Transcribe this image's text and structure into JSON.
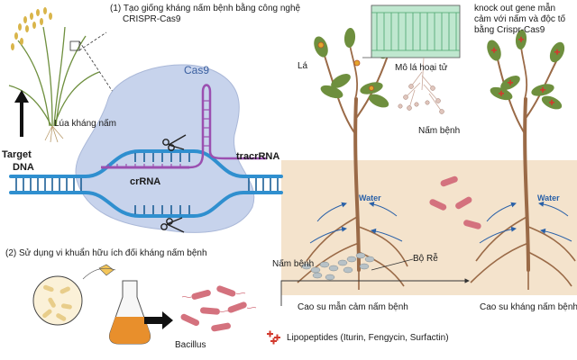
{
  "caption_crispr": "(1) Tạo giống kháng nấm bệnh bằng công nghệ",
  "caption_crispr_2": "CRISPR-Cas9",
  "caption_knockout": "knock out gene mẫn",
  "caption_knockout_2": "cảm với nấm và độc tố",
  "caption_knockout_3": "bằng  Crispr-Cas9",
  "cas9_label": "Cas9",
  "tracrrna_label": "tracrRNA",
  "crrna_label": "crRNA",
  "target_label": "Target",
  "dna_label": "DNA",
  "rice_label": "Lúa kháng nấm",
  "leaf_label": "Lá",
  "necrosis_label": "Mô lá hoại tử",
  "fungus_label": "Nấm bệnh",
  "water_label_1": "Water",
  "water_label_2": "Water",
  "fungus_root_label": "Nấm bệnh",
  "root_label": "Bộ Rễ",
  "caption_bacteria": "(2) Sử dụng vi khuẩn hữu ích đối kháng nấm bệnh",
  "bacillus_label": "Bacillus",
  "lipopeptides_label": "Lipopeptides (Iturin, Fengycin, Surfactin)",
  "rubber_susceptible_label": "Cao su mẫn cảm nấm bệnh",
  "rubber_resistant_label": "Cao su kháng nấm bệnh",
  "colors": {
    "dna_blue": "#2f8fcf",
    "dna_dark": "#1d5f96",
    "cas9_fill": "#c7d3ec",
    "rna_purple": "#9b4fb0",
    "soil": "#f4e3cc",
    "leaf_green": "#6e8f3e",
    "bacteria_pink": "#d4727e",
    "cross_red": "#d23a2e",
    "root_brown": "#9a6a47",
    "water_blue": "#2a61a8"
  }
}
